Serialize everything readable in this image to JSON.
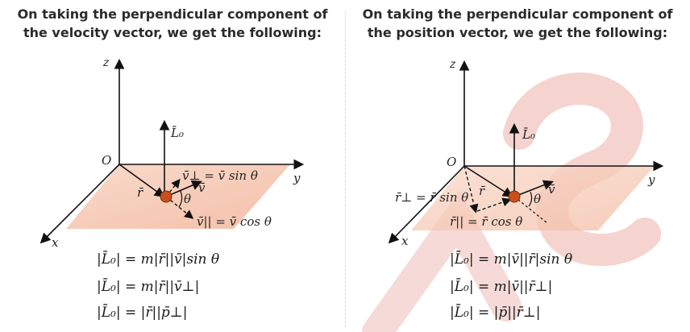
{
  "left": {
    "heading_line1": "On taking the perpendicular component of",
    "heading_line2": "the velocity vector, we get the following:",
    "axis_z": "z",
    "axis_y": "y",
    "axis_x": "x",
    "origin": "O",
    "L0_label": "L̄₀",
    "r_label": "r̄",
    "v_label": "v̄",
    "theta": "θ",
    "v_perp_label": "v̄⊥ = v̄ sin θ",
    "v_par_label": "v̄|| = v̄ cos θ",
    "eq1": "|L̄₀| = m|r̄||v̄|sin θ",
    "eq2": "|L̄₀| = m|r̄||v̄⊥|",
    "eq3": "|L̄₀| = |r̄||p̄⊥|"
  },
  "right": {
    "heading_line1": "On taking the perpendicular component of",
    "heading_line2": "the position vector, we get the following:",
    "axis_z": "z",
    "axis_y": "y",
    "axis_x": "x",
    "origin": "O",
    "L0_label": "L̄₀",
    "r_label": "r̄",
    "v_label": "v̄",
    "theta": "θ",
    "r_perp_label": "r̄⊥ = r̄ sin θ",
    "r_par_label": "r̄|| = r̄ cos θ",
    "eq1": "|L̄₀| = m|v̄||r̄|sin θ",
    "eq2": "|L̄₀| = m|v̄||r̄⊥|",
    "eq3": "|L̄₀| = |p̄||r̄⊥|"
  },
  "colors": {
    "plane": "#f6cbb6",
    "particle": "#c8501d",
    "watermark": "#ecaea6"
  }
}
